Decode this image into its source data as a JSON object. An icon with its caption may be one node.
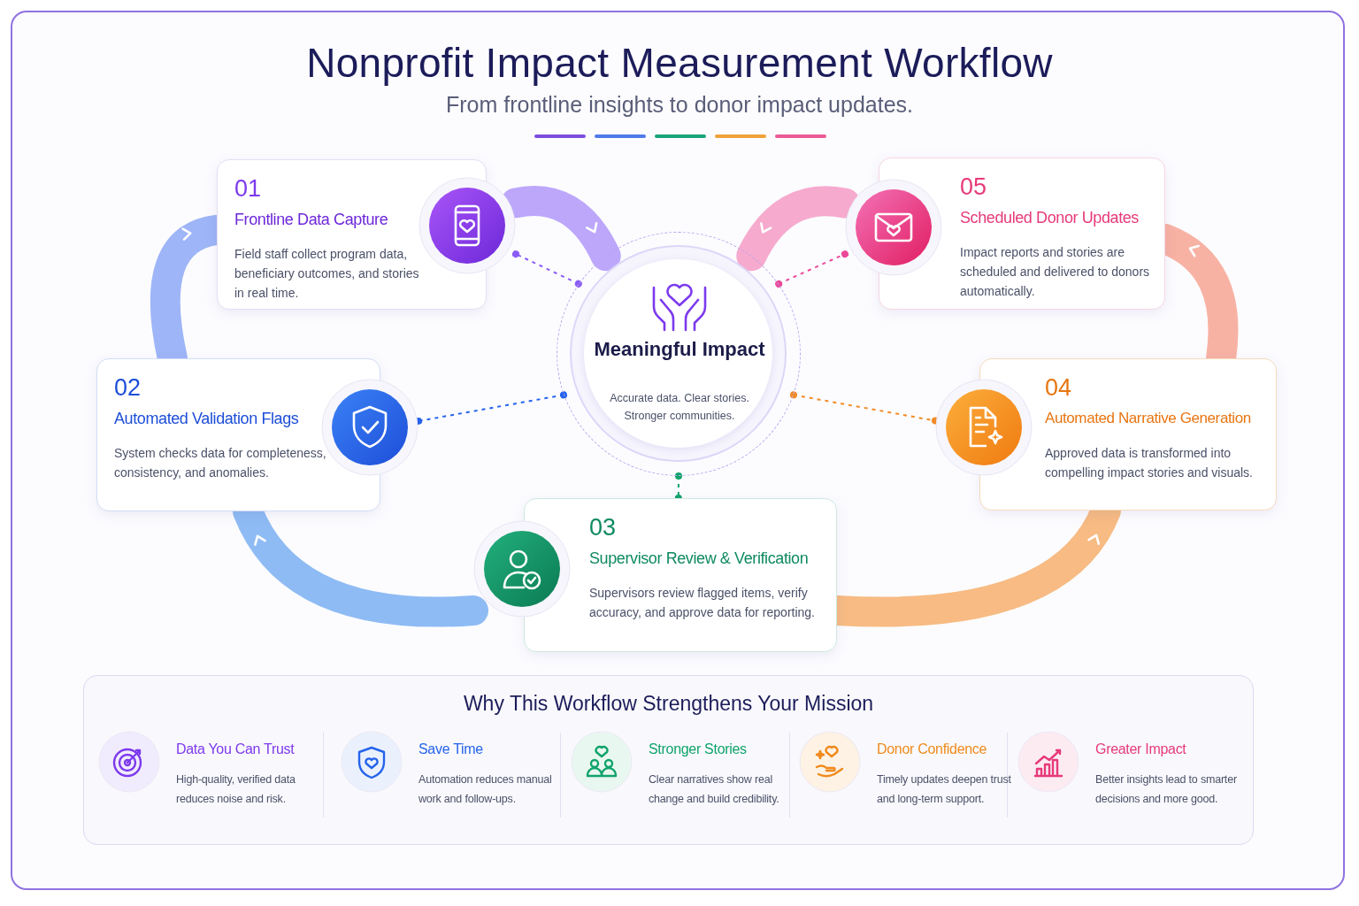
{
  "diagram": {
    "title": "Nonprofit Impact Measurement Workflow",
    "nodes": [
      {
        "text": [
          "Meaningful Impact",
          "Accurate data. Clear stories. Stronger communities."
        ]
      },
      {
        "text": [
          "01",
          "Frontline Data Capture",
          "Field staff collect program data, beneficiary outcomes, and stories in real time."
        ]
      },
      {
        "text": [
          "02",
          "Automated Validation Flags",
          "System checks data for completeness, consistency, and anomalies."
        ]
      },
      {
        "text": [
          "03",
          "Supervisor Review & Verification",
          "Supervisors review flagged items, verify accuracy, and approve data for reporting."
        ]
      },
      {
        "text": [
          "04",
          "Automated Narrative Generation",
          "Approved data is transformed into compelling impact stories and visuals."
        ]
      },
      {
        "text": [
          "05",
          "Scheduled Donor Updates",
          "Impact reports and stories are scheduled and delivered to donors automatically."
        ]
      },
      {
        "text": [
          "Why This Workflow Strengthens Your Mission"
        ]
      },
      {
        "text": [
          "Data You Can Trust",
          "High-quality, verified data reduces noise and risk."
        ],
        "in": 6
      },
      {
        "text": [
          "Save Time",
          "Automation reduces manual work and follow-ups."
        ],
        "in": 6
      },
      {
        "text": [
          "Stronger Stories",
          "Clear narratives show real change and build credibility."
        ],
        "in": 6
      },
      {
        "text": [
          "Donor Confidence",
          "Timely updates deepen trust and long-term support."
        ],
        "in": 6
      },
      {
        "text": [
          "Greater Impact",
          "Better insights lead to smarter decisions and more good."
        ],
        "in": 6
      }
    ],
    "edges": [
      {
        "from": 2,
        "to": 1,
        "arrow": "to",
        "color": "#7f9ef4"
      },
      {
        "from": 1,
        "to": 0,
        "arrow": "to",
        "color": "#a78bfa"
      },
      {
        "from": 3,
        "to": 2,
        "arrow": "to",
        "color": "#6aa6f0"
      },
      {
        "from": 3,
        "to": 4,
        "arrow": "to",
        "color": "#f6a55a"
      },
      {
        "from": 4,
        "to": 5,
        "arrow": "to",
        "color": "#f79a86"
      },
      {
        "from": 5,
        "to": 0,
        "arrow": "to",
        "color": "#f48fbd"
      },
      {
        "from": 0,
        "to": 1,
        "arrow": "other",
        "style": "dashed",
        "color": "#8b5cf6"
      },
      {
        "from": 0,
        "to": 2,
        "arrow": "other",
        "style": "dashed",
        "color": "#2563eb"
      },
      {
        "from": 0,
        "to": 3,
        "arrow": "other",
        "style": "dashed",
        "color": "#10a36b"
      },
      {
        "from": 0,
        "to": 4,
        "arrow": "other",
        "style": "dashed",
        "color": "#f28c28"
      },
      {
        "from": 0,
        "to": 5,
        "arrow": "other",
        "style": "dashed",
        "color": "#ec4899"
      }
    ],
    "labels": [
      "From frontline insights to donor impact updates."
    ]
  }
}
